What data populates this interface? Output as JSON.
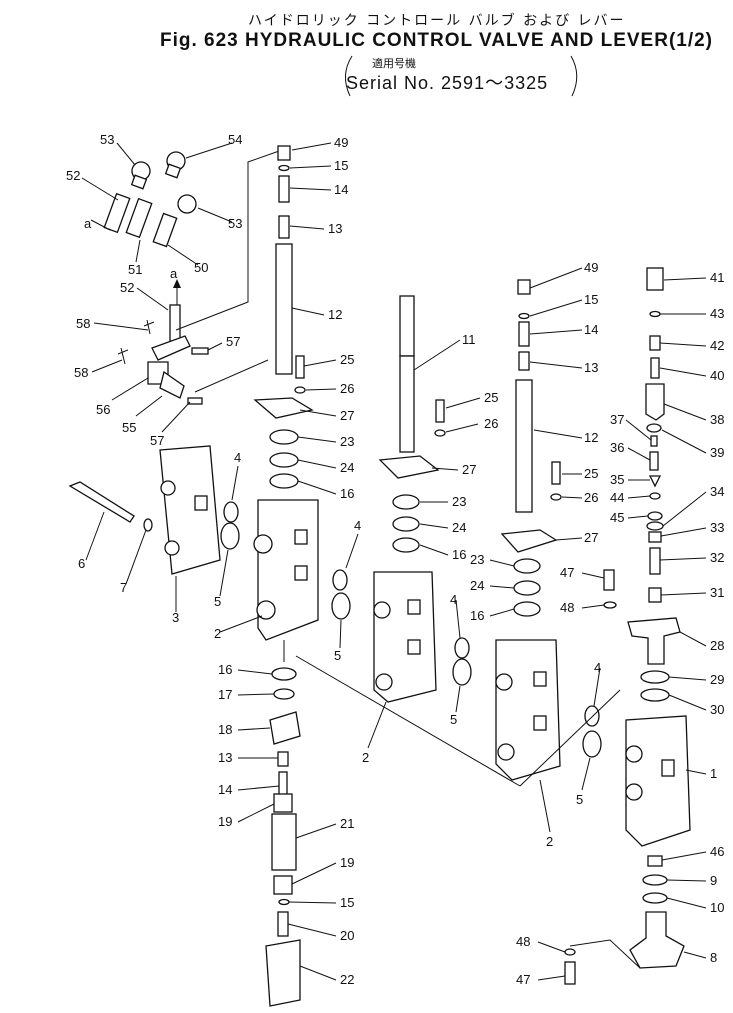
{
  "title": {
    "japanese": "ハイドロリック コントロール バルブ および レバー",
    "english": "Fig. 623 HYDRAULIC CONTROL VALVE AND LEVER(1/2)",
    "applicable_label": "適用号機",
    "serial": "Serial No. 2591～3325"
  },
  "callouts": [
    {
      "id": "c53a",
      "label": "53"
    },
    {
      "id": "c54",
      "label": "54"
    },
    {
      "id": "c52a",
      "label": "52"
    },
    {
      "id": "c53b",
      "label": "53"
    },
    {
      "id": "c51",
      "label": "51"
    },
    {
      "id": "c50",
      "label": "50"
    },
    {
      "id": "ca1",
      "label": "a"
    },
    {
      "id": "ca2",
      "label": "a"
    },
    {
      "id": "c52b",
      "label": "52"
    },
    {
      "id": "c58a",
      "label": "58"
    },
    {
      "id": "c57a",
      "label": "57"
    },
    {
      "id": "c58b",
      "label": "58"
    },
    {
      "id": "c56",
      "label": "56"
    },
    {
      "id": "c55",
      "label": "55"
    },
    {
      "id": "c57b",
      "label": "57"
    },
    {
      "id": "c49a",
      "label": "49"
    },
    {
      "id": "c15a",
      "label": "15"
    },
    {
      "id": "c14a",
      "label": "14"
    },
    {
      "id": "c13a",
      "label": "13"
    },
    {
      "id": "c12a",
      "label": "12"
    },
    {
      "id": "c25a",
      "label": "25"
    },
    {
      "id": "c26a",
      "label": "26"
    },
    {
      "id": "c27a",
      "label": "27"
    },
    {
      "id": "c23a",
      "label": "23"
    },
    {
      "id": "c24a",
      "label": "24"
    },
    {
      "id": "c16a",
      "label": "16"
    },
    {
      "id": "c4a",
      "label": "4"
    },
    {
      "id": "c6",
      "label": "6"
    },
    {
      "id": "c7",
      "label": "7"
    },
    {
      "id": "c3",
      "label": "3"
    },
    {
      "id": "c5a",
      "label": "5"
    },
    {
      "id": "c2a",
      "label": "2"
    },
    {
      "id": "c11",
      "label": "11"
    },
    {
      "id": "c25b",
      "label": "25"
    },
    {
      "id": "c26b",
      "label": "26"
    },
    {
      "id": "c27b",
      "label": "27"
    },
    {
      "id": "c23b",
      "label": "23"
    },
    {
      "id": "c24b",
      "label": "24"
    },
    {
      "id": "c16b",
      "label": "16"
    },
    {
      "id": "c4b",
      "label": "4"
    },
    {
      "id": "c5b",
      "label": "5"
    },
    {
      "id": "c2b",
      "label": "2"
    },
    {
      "id": "c49b",
      "label": "49"
    },
    {
      "id": "c15b",
      "label": "15"
    },
    {
      "id": "c14b",
      "label": "14"
    },
    {
      "id": "c13b",
      "label": "13"
    },
    {
      "id": "c12b",
      "label": "12"
    },
    {
      "id": "c25c",
      "label": "25"
    },
    {
      "id": "c26c",
      "label": "26"
    },
    {
      "id": "c27c",
      "label": "27"
    },
    {
      "id": "c23c",
      "label": "23"
    },
    {
      "id": "c24c",
      "label": "24"
    },
    {
      "id": "c16c",
      "label": "16"
    },
    {
      "id": "c47a",
      "label": "47"
    },
    {
      "id": "c48a",
      "label": "48"
    },
    {
      "id": "c4c",
      "label": "4"
    },
    {
      "id": "c5c",
      "label": "5"
    },
    {
      "id": "c2c",
      "label": "2"
    },
    {
      "id": "c4d",
      "label": "4"
    },
    {
      "id": "c5d",
      "label": "5"
    },
    {
      "id": "c41",
      "label": "41"
    },
    {
      "id": "c43",
      "label": "43"
    },
    {
      "id": "c42",
      "label": "42"
    },
    {
      "id": "c40",
      "label": "40"
    },
    {
      "id": "c38",
      "label": "38"
    },
    {
      "id": "c37",
      "label": "37"
    },
    {
      "id": "c39",
      "label": "39"
    },
    {
      "id": "c36",
      "label": "36"
    },
    {
      "id": "c35",
      "label": "35"
    },
    {
      "id": "c44",
      "label": "44"
    },
    {
      "id": "c45",
      "label": "45"
    },
    {
      "id": "c34",
      "label": "34"
    },
    {
      "id": "c33",
      "label": "33"
    },
    {
      "id": "c32",
      "label": "32"
    },
    {
      "id": "c31",
      "label": "31"
    },
    {
      "id": "c28",
      "label": "28"
    },
    {
      "id": "c29",
      "label": "29"
    },
    {
      "id": "c30",
      "label": "30"
    },
    {
      "id": "c1",
      "label": "1"
    },
    {
      "id": "c46",
      "label": "46"
    },
    {
      "id": "c9",
      "label": "9"
    },
    {
      "id": "c10",
      "label": "10"
    },
    {
      "id": "c48b",
      "label": "48"
    },
    {
      "id": "c8",
      "label": "8"
    },
    {
      "id": "c47b",
      "label": "47"
    },
    {
      "id": "c16d",
      "label": "16"
    },
    {
      "id": "c17",
      "label": "17"
    },
    {
      "id": "c18",
      "label": "18"
    },
    {
      "id": "c13c",
      "label": "13"
    },
    {
      "id": "c14c",
      "label": "14"
    },
    {
      "id": "c19a",
      "label": "19"
    },
    {
      "id": "c21",
      "label": "21"
    },
    {
      "id": "c19b",
      "label": "19"
    },
    {
      "id": "c15c",
      "label": "15"
    },
    {
      "id": "c20",
      "label": "20"
    },
    {
      "id": "c22",
      "label": "22"
    }
  ]
}
